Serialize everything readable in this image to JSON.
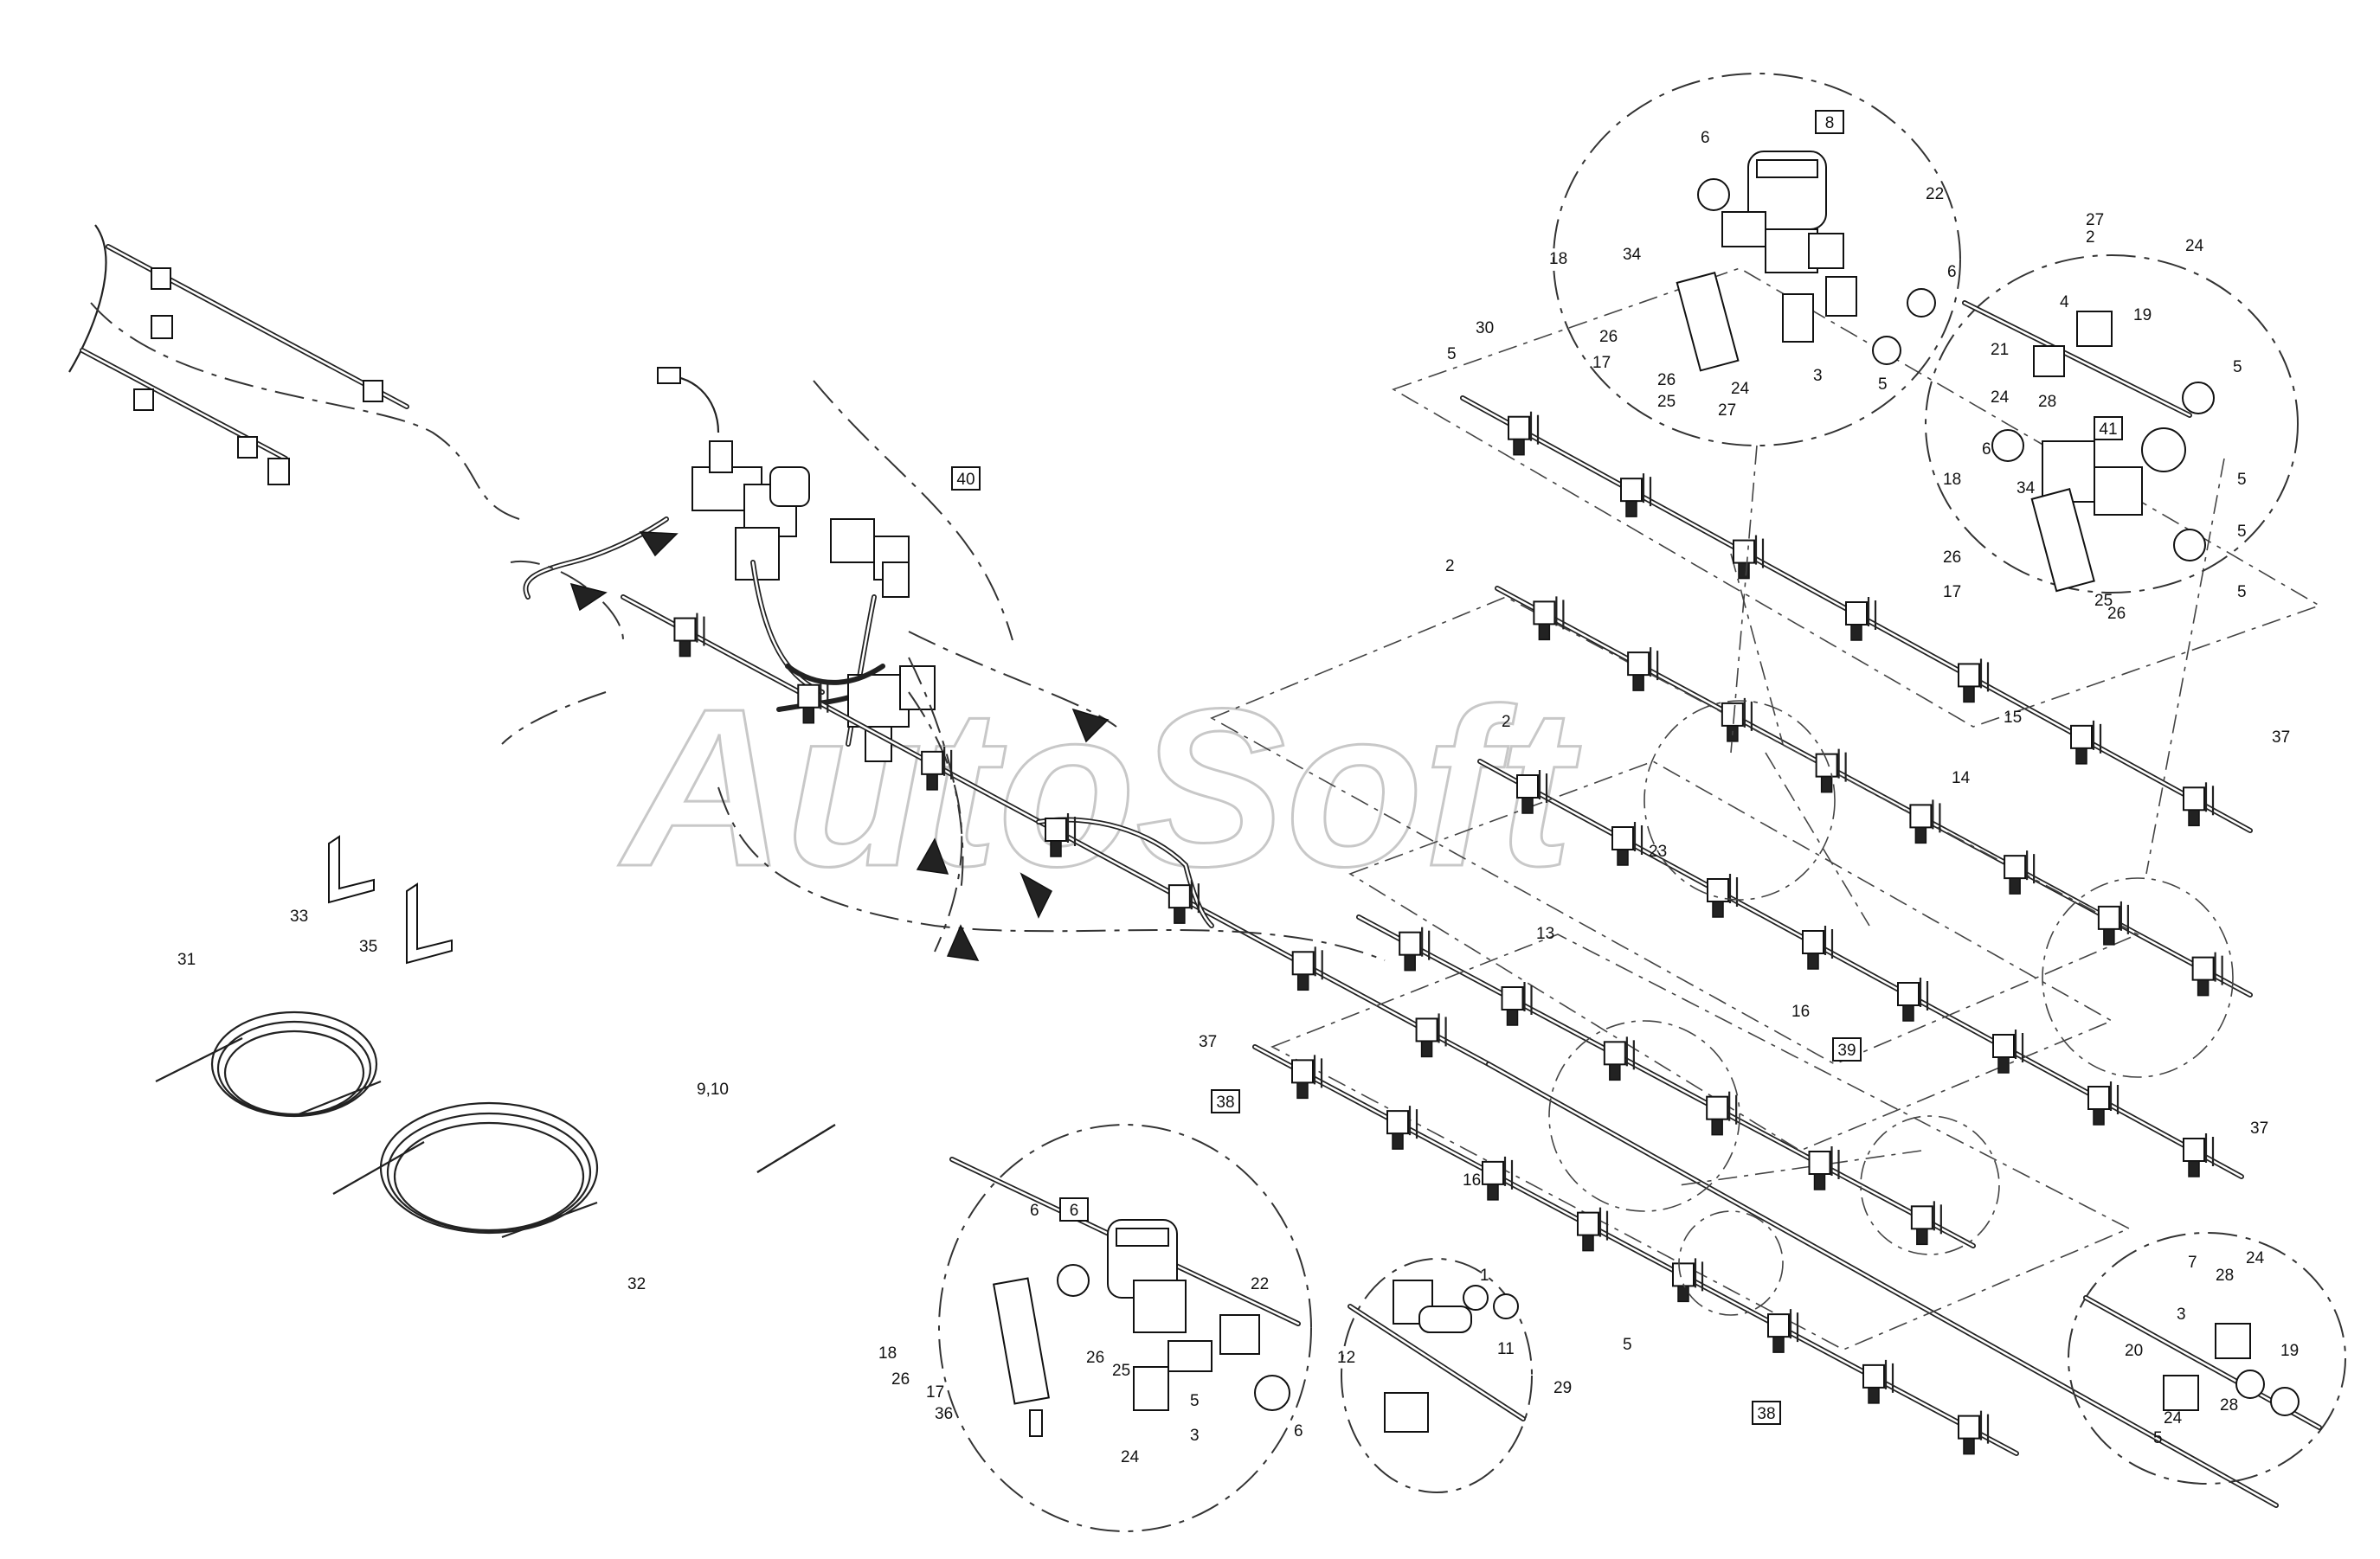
{
  "watermark": "AutoSoft",
  "boxed_labels": [
    "8",
    "41",
    "40",
    "39",
    "38",
    "6",
    "38"
  ],
  "callouts": [
    "6",
    "22",
    "18",
    "34",
    "26",
    "17",
    "26",
    "25",
    "24",
    "27",
    "3",
    "5",
    "6",
    "30",
    "5",
    "27",
    "2",
    "24",
    "4",
    "19",
    "21",
    "5",
    "24",
    "28",
    "6",
    "5",
    "18",
    "34",
    "26",
    "17",
    "25",
    "26",
    "5",
    "5",
    "2",
    "15",
    "2",
    "37",
    "14",
    "23",
    "13",
    "16",
    "37",
    "37",
    "16",
    "33",
    "35",
    "31",
    "9,10",
    "32",
    "6",
    "22",
    "18",
    "26",
    "17",
    "36",
    "26",
    "25",
    "5",
    "3",
    "24",
    "6",
    "1",
    "12",
    "11",
    "29",
    "5",
    "7",
    "24",
    "28",
    "3",
    "20",
    "19",
    "28",
    "24",
    "5"
  ]
}
